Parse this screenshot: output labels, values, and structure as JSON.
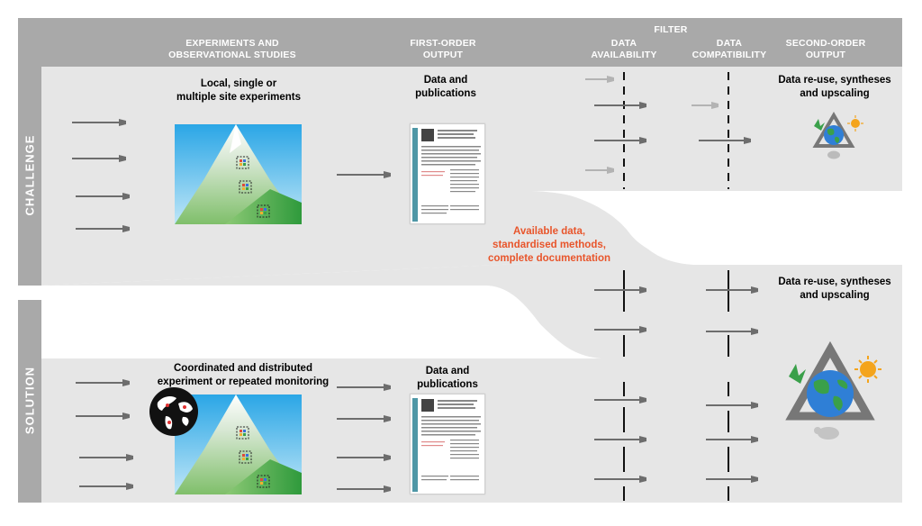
{
  "header": {
    "filter": "FILTER",
    "experiments": [
      "EXPERIMENTS AND",
      "OBSERVATIONAL STUDIES"
    ],
    "first_order": [
      "FIRST-ORDER",
      "OUTPUT"
    ],
    "data_availability": [
      "DATA",
      "AVAILABILITY"
    ],
    "data_compatibility": [
      "DATA",
      "COMPATIBILITY"
    ],
    "second_order": [
      "SECOND-ORDER",
      "OUTPUT"
    ]
  },
  "rows": {
    "challenge": "CHALLENGE",
    "solution": "SOLUTION"
  },
  "challenge": {
    "experiment_label": [
      "Local, single or",
      "multiple site  experiments"
    ],
    "output_label": [
      "Data and",
      "publications"
    ],
    "second_output_label": [
      "Data re-use, syntheses",
      "and upscaling"
    ]
  },
  "middle": {
    "requirements": [
      "Available data,",
      "standardised methods,",
      "complete documentation"
    ]
  },
  "solution": {
    "experiment_label": [
      "Coordinated and distributed",
      "experiment or repeated monitoring"
    ],
    "output_label": [
      "Data and",
      "publications"
    ],
    "second_output_label": [
      "Data re-use, syntheses",
      "and upscaling"
    ]
  },
  "colors": {
    "band_dark": "#a9a9a9",
    "band_light": "#e6e6e6",
    "arrow_dark": "#6d6d6d",
    "arrow_light": "#b3b3b3",
    "accent": "#e8552b"
  }
}
